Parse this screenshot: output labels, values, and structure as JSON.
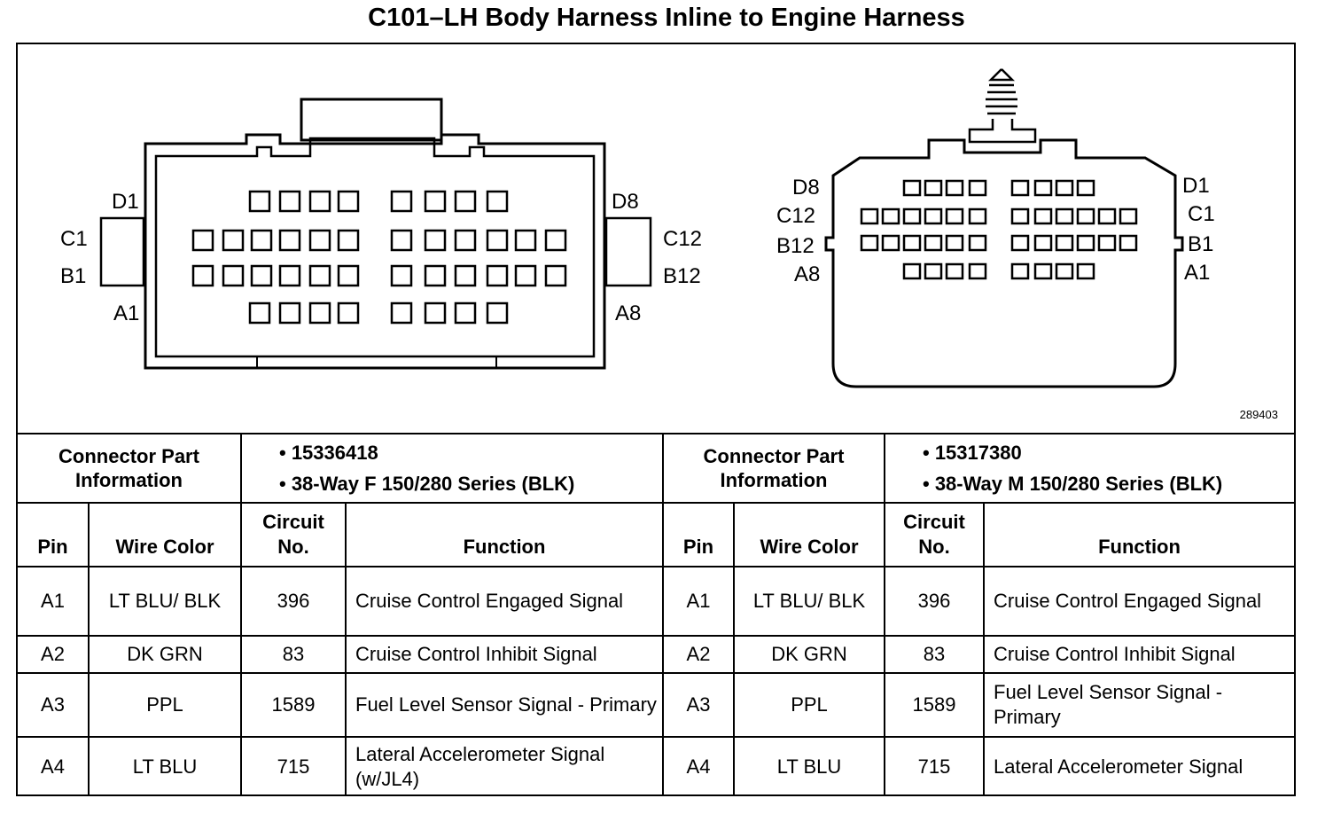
{
  "title": "C101–LH Body Harness Inline to Engine Harness",
  "figure_number": "289403",
  "left_connector": {
    "pin_labels": [
      "D1",
      "C1",
      "B1",
      "A1",
      "D8",
      "C12",
      "B12",
      "A8"
    ]
  },
  "right_connector": {
    "pin_labels": [
      "D8",
      "C12",
      "B12",
      "A8",
      "D1",
      "C1",
      "B1",
      "A1"
    ]
  },
  "connectors": [
    {
      "info_label": "Connector Part Information",
      "part_lines": [
        "•  15336418",
        "•  38-Way F 150/280 Series (BLK)"
      ],
      "headers": {
        "pin": "Pin",
        "wire_color": "Wire Color",
        "circuit": "Circuit No.",
        "function": "Function"
      },
      "rows": [
        {
          "pin": "A1",
          "wire": "LT BLU/ BLK",
          "circuit": "396",
          "function": "Cruise Control Engaged Signal"
        },
        {
          "pin": "A2",
          "wire": "DK GRN",
          "circuit": "83",
          "function": "Cruise Control Inhibit Signal"
        },
        {
          "pin": "A3",
          "wire": "PPL",
          "circuit": "1589",
          "function": "Fuel Level Sensor Signal - Primary"
        },
        {
          "pin": "A4",
          "wire": "LT BLU",
          "circuit": "715",
          "function": "Lateral Accelerometer Signal (w/JL4)"
        }
      ]
    },
    {
      "info_label": "Connector Part Information",
      "part_lines": [
        "•  15317380",
        "•  38-Way M 150/280 Series (BLK)"
      ],
      "headers": {
        "pin": "Pin",
        "wire_color": "Wire Color",
        "circuit": "Circuit No.",
        "function": "Function"
      },
      "rows": [
        {
          "pin": "A1",
          "wire": "LT BLU/ BLK",
          "circuit": "396",
          "function": "Cruise Control Engaged Signal"
        },
        {
          "pin": "A2",
          "wire": "DK GRN",
          "circuit": "83",
          "function": "Cruise Control Inhibit Signal"
        },
        {
          "pin": "A3",
          "wire": "PPL",
          "circuit": "1589",
          "function": "Fuel Level Sensor Signal - Primary"
        },
        {
          "pin": "A4",
          "wire": "LT BLU",
          "circuit": "715",
          "function": "Lateral Accelerometer Signal"
        }
      ]
    }
  ]
}
